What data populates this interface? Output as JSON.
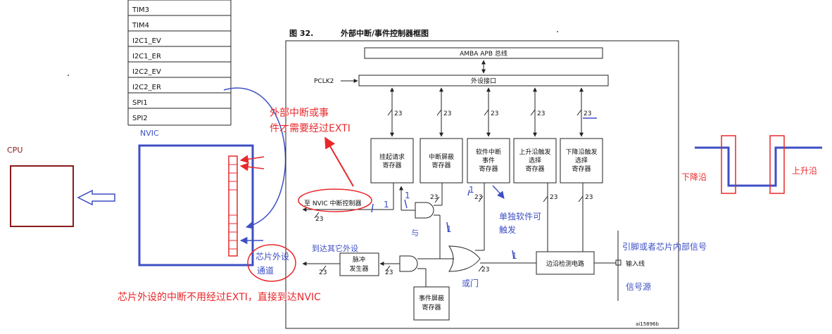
{
  "vector_table": [
    "TIM3",
    "TIM4",
    "I2C1_EV",
    "I2C1_ER",
    "I2C2_EV",
    "I2C2_ER",
    "SPI1",
    "SPI2"
  ],
  "figure": {
    "number": "图 32.",
    "title": "外部中断/事件控制器框图",
    "code": "ai15896b"
  },
  "bus": {
    "amba": "AMBA APB 总线",
    "peripheral_interface": "外设接口",
    "pclk": "PCLK2"
  },
  "bus_width": "23",
  "registers": [
    [
      "挂起请求",
      "寄存器"
    ],
    [
      "中断屏蔽",
      "寄存器"
    ],
    [
      "软件中断",
      "事件",
      "寄存器"
    ],
    [
      "上升沿触发",
      "选择",
      "寄存器"
    ],
    [
      "下降沿触发",
      "选择",
      "寄存器"
    ]
  ],
  "event_mask": [
    "事件屏蔽",
    "寄存器"
  ],
  "pulse_gen": [
    "脉冲",
    "发生器"
  ],
  "edge_detect": "边沿检测电路",
  "input_line": "输入线",
  "nvic_ctrl": "至 NVIC 中断控制器",
  "cpu": "CPU",
  "nvic": "NVIC",
  "annotations": {
    "external_only": [
      "外部中断或事",
      "件才需要经过EXTI"
    ],
    "chip_channel": [
      "芯片外设",
      "通道"
    ],
    "chip_direct": "芯片外设的中断不用经过EXTI，直接到达NVIC",
    "to_other": "到达其它外设",
    "soft_trigger": [
      "单独软件可",
      "触发"
    ],
    "or_gate": "或门",
    "and_gate": "与",
    "pin_signal": "引脚或者芯片内部信号",
    "signal_source": "信号源",
    "falling": "下降沿",
    "rising": "上升沿",
    "one": "1"
  },
  "colors": {
    "red": "#e8282b",
    "blue": "#3d4fc4",
    "dark_red": "#8b1a1a",
    "line": "#222222"
  }
}
